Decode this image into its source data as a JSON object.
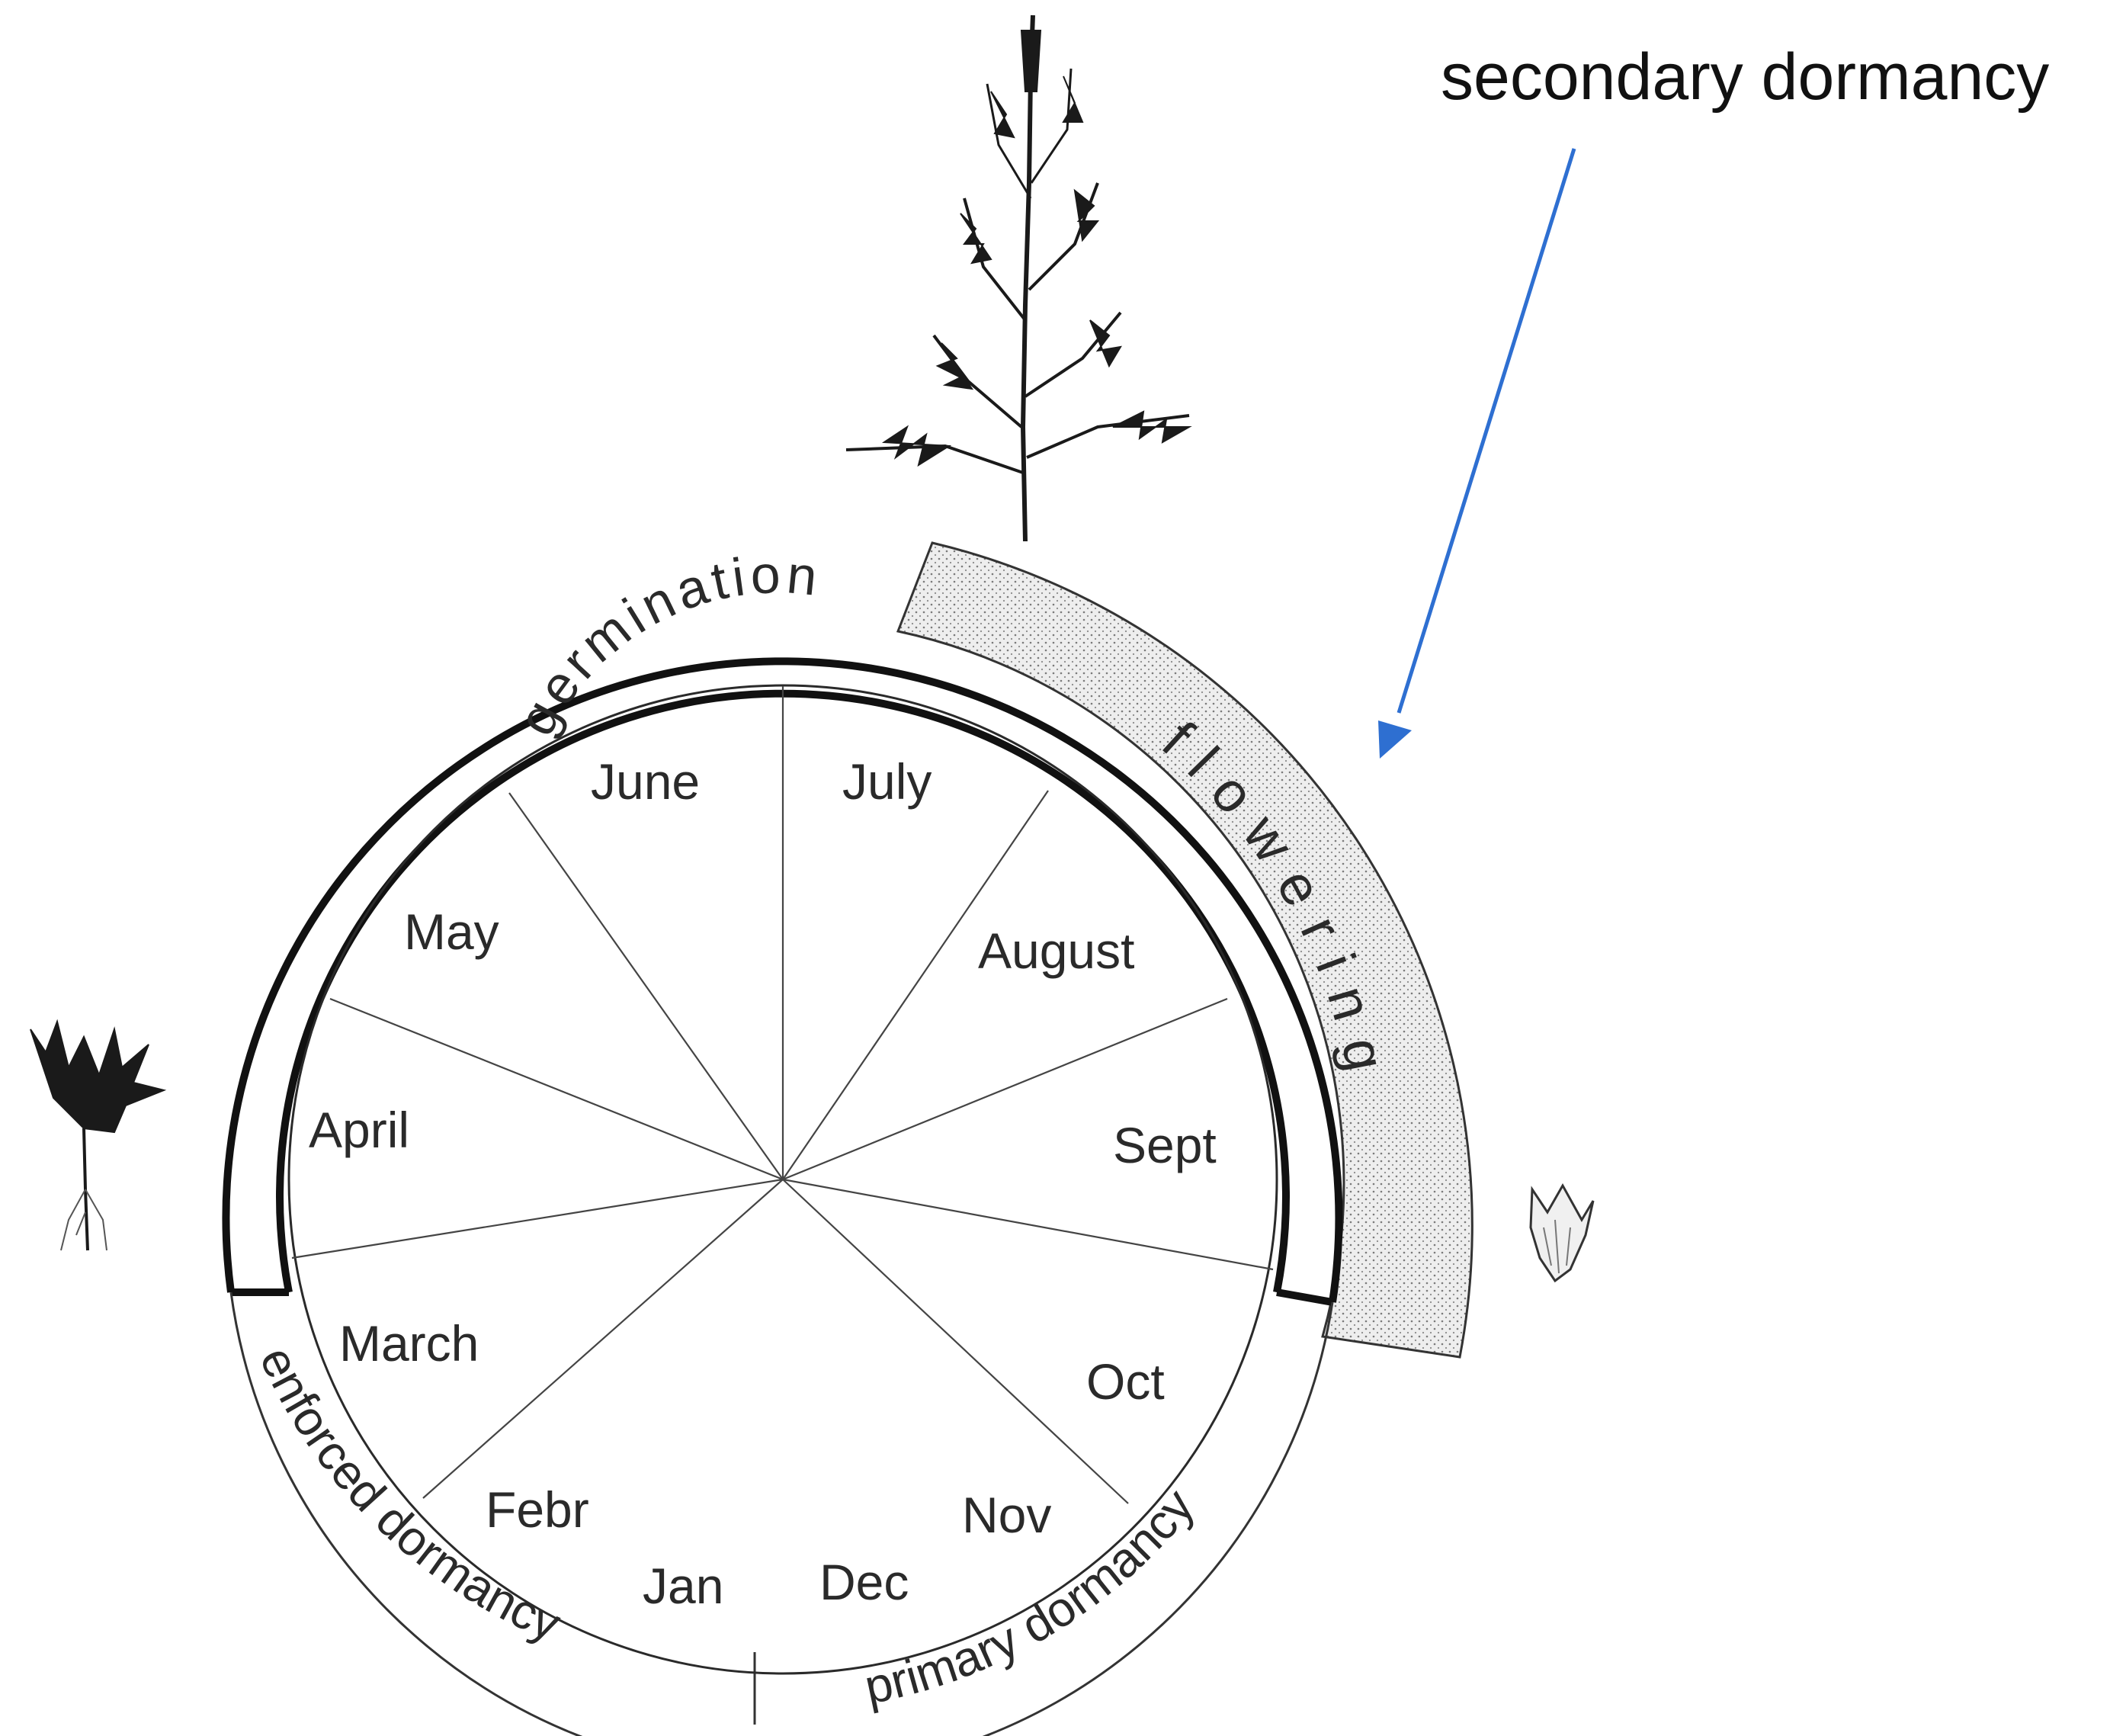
{
  "callout": {
    "label": "secondary dormancy",
    "arrow_color": "#2e6fd1"
  },
  "bands": {
    "germination": "germination",
    "flowering": "flowering",
    "enforced_dormancy": "enforced dormancy",
    "primary_dormancy": "primary dormancy"
  },
  "months": {
    "jan": "Jan",
    "febr": "Febr",
    "march": "March",
    "april": "April",
    "may": "May",
    "june": "June",
    "july": "July",
    "august": "August",
    "sept": "Sept",
    "oct": "Oct",
    "nov": "Nov",
    "dec": "Dec"
  },
  "illustrations": {
    "mature_plant": "ragweed-plant-icon",
    "seedling": "seedling-icon",
    "seed": "seed-icon"
  },
  "colors": {
    "line": "#1a1a1a",
    "flowering_fill": "#ebebeb"
  }
}
